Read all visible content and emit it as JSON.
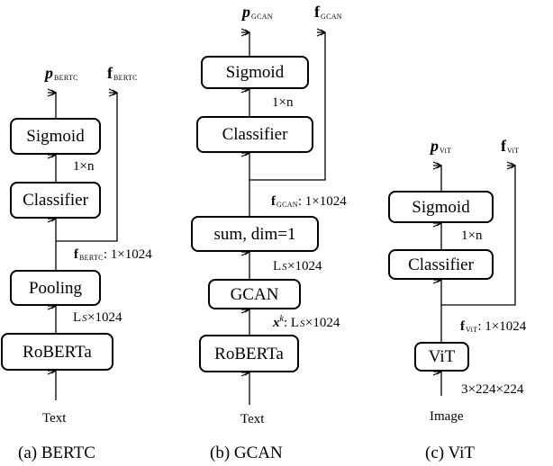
{
  "panels": {
    "a": {
      "caption": "(a) BERTC",
      "input": "Text",
      "boxes": {
        "encoder": "RoBERTa",
        "pooling": "Pooling",
        "classifier": "Classifier",
        "sigmoid": "Sigmoid"
      },
      "edge_labels": {
        "encoder_out": "L",
        "encoder_out_sub": "S",
        "encoder_out_dim": "×1024",
        "feature_name": "f",
        "feature_sub": "BERTC",
        "feature_dim": ": 1×1024",
        "cls_out": "1×n"
      },
      "outputs": {
        "p": "p",
        "p_sub": "BERTC",
        "f": "f",
        "f_sub": "BERTC"
      }
    },
    "b": {
      "caption": "(b) GCAN",
      "input": "Text",
      "boxes": {
        "encoder": "RoBERTa",
        "gcan": "GCAN",
        "sum": "sum, dim=1",
        "classifier": "Classifier",
        "sigmoid": "Sigmoid"
      },
      "edge_labels": {
        "xk_name": "x",
        "xk_sup": "k",
        "xk_dim_pre": ": L",
        "xk_dim_sub": "S",
        "xk_dim_post": "×1024",
        "gcan_out": "L",
        "gcan_out_sub": "S",
        "gcan_out_dim": "×1024",
        "feature_name": "f",
        "feature_sub": "GCAN",
        "feature_dim": ": 1×1024",
        "cls_out": "1×n"
      },
      "outputs": {
        "p": "p",
        "p_sub": "GCAN",
        "f": "f",
        "f_sub": "GCAN"
      }
    },
    "c": {
      "caption": "(c) ViT",
      "input": "Image",
      "input_dim": "3×224×224",
      "boxes": {
        "encoder": "ViT",
        "classifier": "Classifier",
        "sigmoid": "Sigmoid"
      },
      "edge_labels": {
        "feature_name": "f",
        "feature_sub": "ViT",
        "feature_dim": ": 1×1024",
        "cls_out": "1×n"
      },
      "outputs": {
        "p": "p",
        "p_sub": "ViT",
        "f": "f",
        "f_sub": "ViT"
      }
    }
  }
}
